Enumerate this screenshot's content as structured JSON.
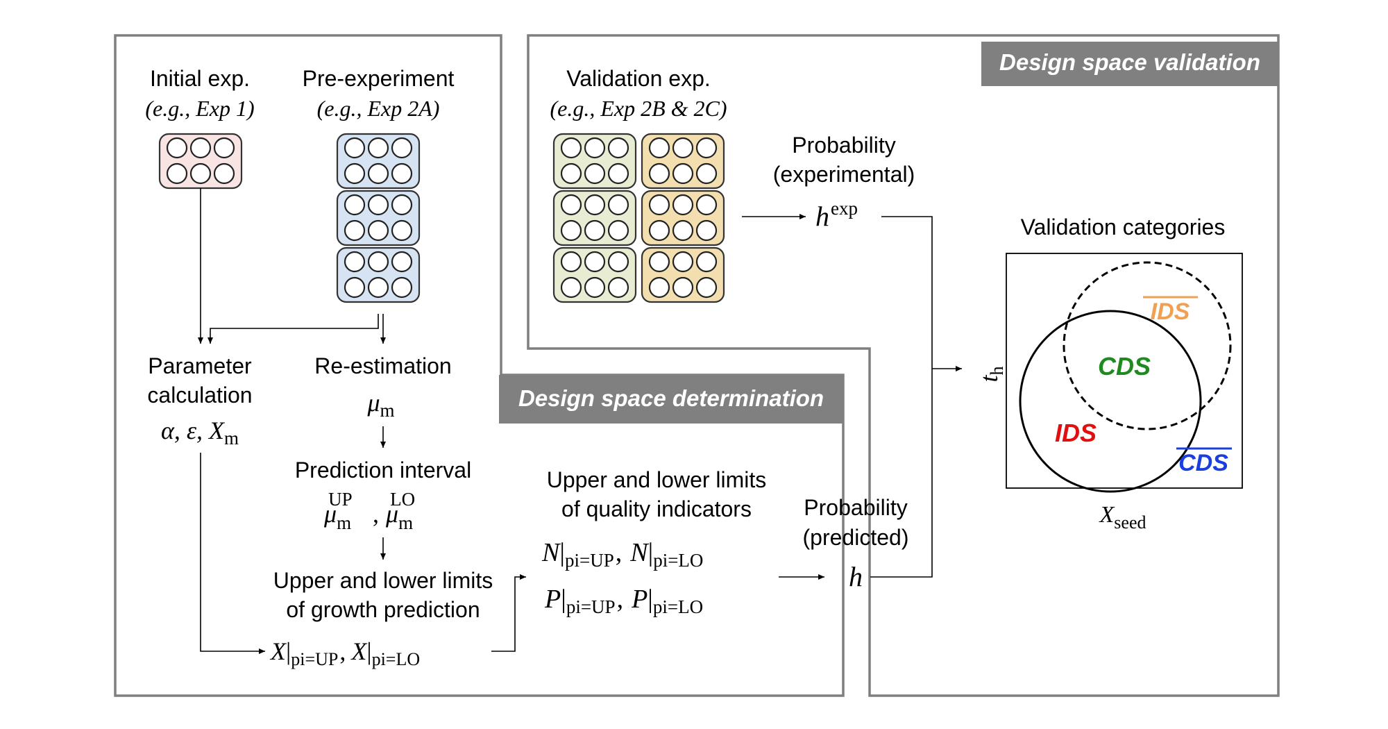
{
  "sections": {
    "determination_title": "Design space determination",
    "validation_title": "Design space validation"
  },
  "initial_exp": {
    "title": "Initial exp.",
    "example": "(e.g., Exp 1)"
  },
  "pre_experiment": {
    "title": "Pre-experiment",
    "example": "(e.g., Exp 2A)"
  },
  "validation_exp": {
    "title": "Validation exp.",
    "example": "(e.g., Exp 2B & 2C)"
  },
  "parameter_calculation": {
    "line1": "Parameter",
    "line2": "calculation",
    "symbols": "α, ε, X",
    "symbols_sub": "m"
  },
  "re_estimation": {
    "label": "Re-estimation",
    "symbol": "μ",
    "symbol_sub": "m"
  },
  "prediction_interval": {
    "label": "Prediction interval",
    "mu": "μ",
    "sub": "m",
    "sup_up": "UP",
    "sup_lo": "LO",
    "sep": ","
  },
  "growth_limits": {
    "line1": "Upper and lower limits",
    "line2": "of growth prediction",
    "var": "X",
    "bar": "|",
    "sub_up": "pi=UP",
    "sub_lo": "pi=LO",
    "sep": ","
  },
  "quality_limits": {
    "line1": "Upper and lower limits",
    "line2": "of quality indicators",
    "var_n": "N",
    "var_p": "P",
    "bar": "|",
    "sub_up": "pi=UP",
    "sub_lo": "pi=LO",
    "sep": ","
  },
  "probability_predicted": {
    "line1": "Probability",
    "line2": "(predicted)",
    "symbol": "h"
  },
  "probability_experimental": {
    "line1": "Probability",
    "line2": "(experimental)",
    "symbol": "h",
    "symbol_sup": "exp"
  },
  "validation_categories": {
    "title": "Validation categories",
    "y_axis": "t",
    "y_axis_sub": "h",
    "x_axis": "X",
    "x_axis_sub": "seed",
    "labels": {
      "ids_bar": "IDS",
      "cds": "CDS",
      "ids": "IDS",
      "cds_bar": "CDS"
    },
    "colors": {
      "ids_bar": "#f0a050",
      "cds": "#1f8a1f",
      "ids": "#e01010",
      "cds_bar": "#1a3fe0"
    }
  },
  "colors": {
    "frame": "#7f7f7f",
    "badge": "#808080",
    "initial_plate": "#f9e4e4",
    "pre_plate": "#d6e3f3",
    "validation_plate_left": "#e8ecd3",
    "validation_plate_right": "#f3deb0"
  }
}
